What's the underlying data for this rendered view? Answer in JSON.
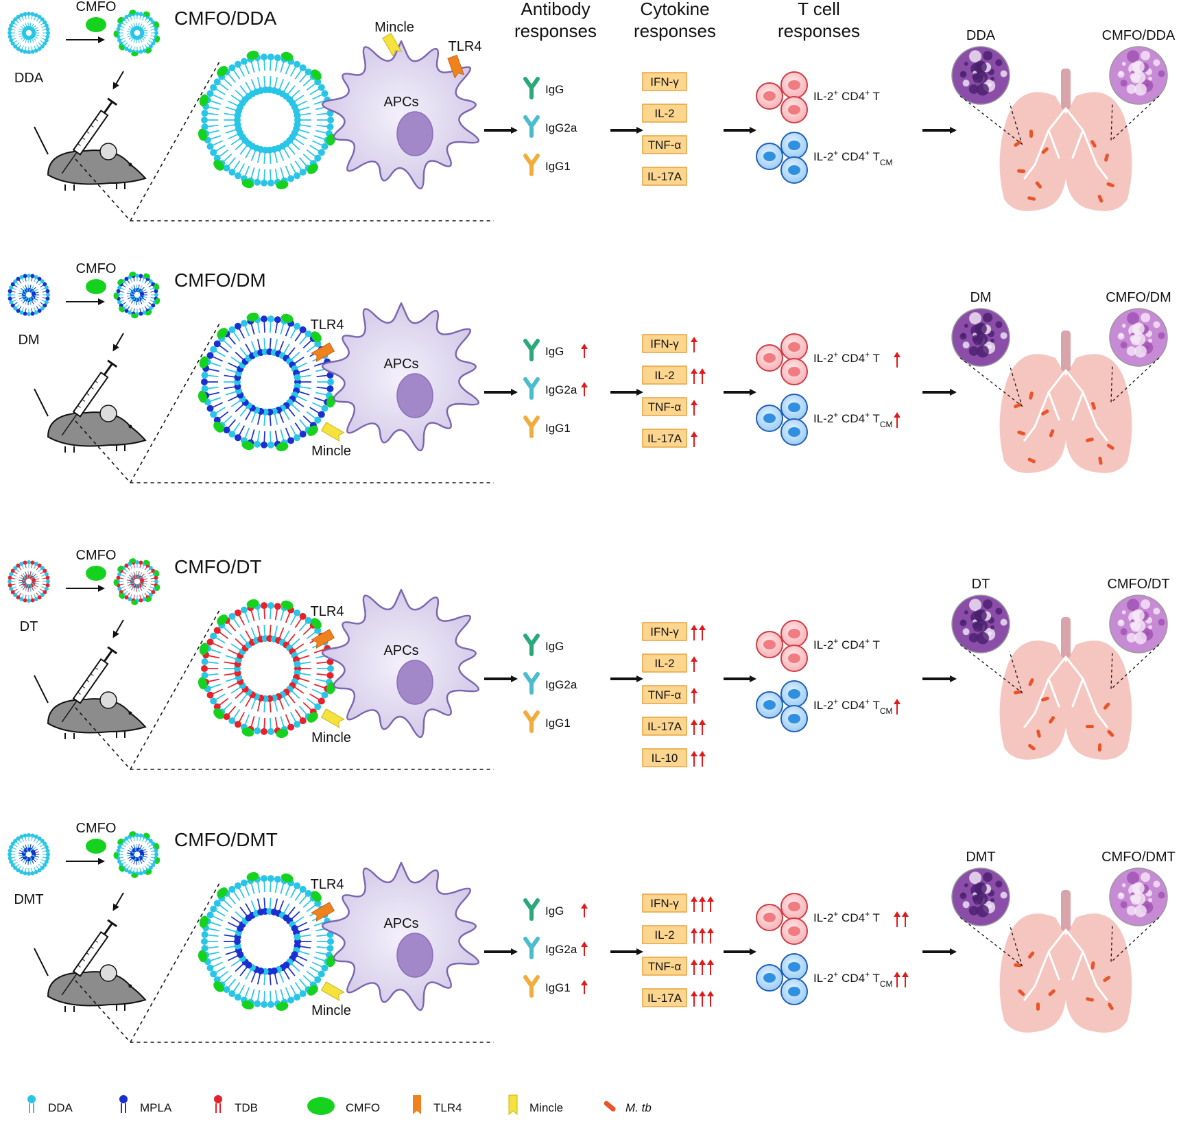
{
  "headers": {
    "antibody": [
      "Antibody",
      "responses"
    ],
    "cytokine": [
      "Cytokine",
      "responses"
    ],
    "tcell": [
      "T cell",
      "responses"
    ]
  },
  "rows": [
    {
      "name": "CMFO/DDA",
      "lipid": "DDA",
      "pre": "CMFO",
      "lipids": [
        "DDA"
      ],
      "receptor_top": "Mincle",
      "receptor_top2": "TLR4",
      "receptor_bottom": "",
      "apc": "APCs",
      "antibodies": [
        [
          "IgG",
          0
        ],
        [
          "IgG2a",
          0
        ],
        [
          "IgG1",
          0
        ]
      ],
      "cytokines": [
        [
          "IFN-γ",
          0
        ],
        [
          "IL-2",
          0
        ],
        [
          "TNF-α",
          0
        ],
        [
          "IL-17A",
          0
        ]
      ],
      "tcells": [
        [
          "IL-2",
          "+",
          " CD4",
          "+",
          " T",
          "",
          0
        ],
        [
          "IL-2",
          "+",
          " CD4",
          "+",
          " T",
          "CM",
          0
        ]
      ],
      "lung_left": "DDA",
      "lung_right": "CMFO/DDA"
    },
    {
      "name": "CMFO/DM",
      "lipid": "DM",
      "pre": "CMFO",
      "lipids": [
        "DDA",
        "MPLA"
      ],
      "receptor_top": "TLR4",
      "receptor_top2": "",
      "receptor_bottom": "Mincle",
      "apc": "APCs",
      "antibodies": [
        [
          "IgG",
          1
        ],
        [
          "IgG2a",
          1
        ],
        [
          "IgG1",
          0
        ]
      ],
      "cytokines": [
        [
          "IFN-γ",
          1
        ],
        [
          "IL-2",
          2
        ],
        [
          "TNF-α",
          1
        ],
        [
          "IL-17A",
          1
        ]
      ],
      "tcells": [
        [
          "IL-2",
          "+",
          " CD4",
          "+",
          " T",
          "",
          1
        ],
        [
          "IL-2",
          "+",
          " CD4",
          "+",
          " T",
          "CM",
          1
        ]
      ],
      "lung_left": "DM",
      "lung_right": "CMFO/DM"
    },
    {
      "name": "CMFO/DT",
      "lipid": "DT",
      "pre": "CMFO",
      "lipids": [
        "DDA",
        "TDB"
      ],
      "receptor_top": "TLR4",
      "receptor_top2": "",
      "receptor_bottom": "Mincle",
      "apc": "APCs",
      "antibodies": [
        [
          "IgG",
          0
        ],
        [
          "IgG2a",
          0
        ],
        [
          "IgG1",
          0
        ]
      ],
      "cytokines": [
        [
          "IFN-γ",
          2
        ],
        [
          "IL-2",
          1
        ],
        [
          "TNF-α",
          1
        ],
        [
          "IL-17A",
          2
        ],
        [
          "IL-10",
          2
        ]
      ],
      "tcells": [
        [
          "IL-2",
          "+",
          " CD4",
          "+",
          " T",
          "",
          0
        ],
        [
          "IL-2",
          "+",
          " CD4",
          "+",
          " T",
          "CM",
          1
        ]
      ],
      "lung_left": "DT",
      "lung_right": "CMFO/DT"
    },
    {
      "name": "CMFO/DMT",
      "lipid": "DMT",
      "pre": "CMFO",
      "lipids": [
        "DDA",
        "MPLA",
        "TDB"
      ],
      "receptor_top": "TLR4",
      "receptor_top2": "",
      "receptor_bottom": "Mincle",
      "apc": "APCs",
      "antibodies": [
        [
          "IgG",
          1
        ],
        [
          "IgG2a",
          1
        ],
        [
          "IgG1",
          1
        ]
      ],
      "cytokines": [
        [
          "IFN-γ",
          3
        ],
        [
          "IL-2",
          3
        ],
        [
          "TNF-α",
          3
        ],
        [
          "IL-17A",
          3
        ]
      ],
      "tcells": [
        [
          "IL-2",
          "+",
          " CD4",
          "+",
          " T",
          "",
          2
        ],
        [
          "IL-2",
          "+",
          " CD4",
          "+",
          " T",
          "CM",
          2
        ]
      ],
      "lung_left": "DMT",
      "lung_right": "CMFO/DMT"
    }
  ],
  "legend": [
    {
      "label": "DDA",
      "icon": "dda-lipid-icon"
    },
    {
      "label": "MPLA",
      "icon": "mpla-lipid-icon"
    },
    {
      "label": "TDB",
      "icon": "tdb-lipid-icon"
    },
    {
      "label": "CMFO",
      "icon": "cmfo-antigen-icon"
    },
    {
      "label": "TLR4",
      "icon": "tlr4-receptor-icon"
    },
    {
      "label": "Mincle",
      "icon": "mincle-receptor-icon"
    },
    {
      "label": "M. tb",
      "icon": "mtb-bacterium-icon"
    }
  ],
  "colors": {
    "dda": "#29c5e6",
    "mpla": "#1a2fcf",
    "tdb": "#e8202a",
    "cmfo": "#14d21e",
    "tlr4": "#f0821e",
    "mincle": "#f5e23c",
    "apc_fill": "#d9d3ee",
    "apc_stroke": "#7c66b0",
    "nucleus": "#a287c9",
    "lung": "#f5c5c0",
    "trachea": "#d9a3aa",
    "mtb": "#e8552a",
    "box_fill": "#fcd58e",
    "box_stroke": "#e9a23b",
    "arrow_up": "#e0191c",
    "igg": "#2aa87a",
    "igg2a": "#4bbccc",
    "igg1": "#f0ad3c",
    "tcell_red": "#f07b80",
    "tcell_blue": "#2f8fe0"
  }
}
